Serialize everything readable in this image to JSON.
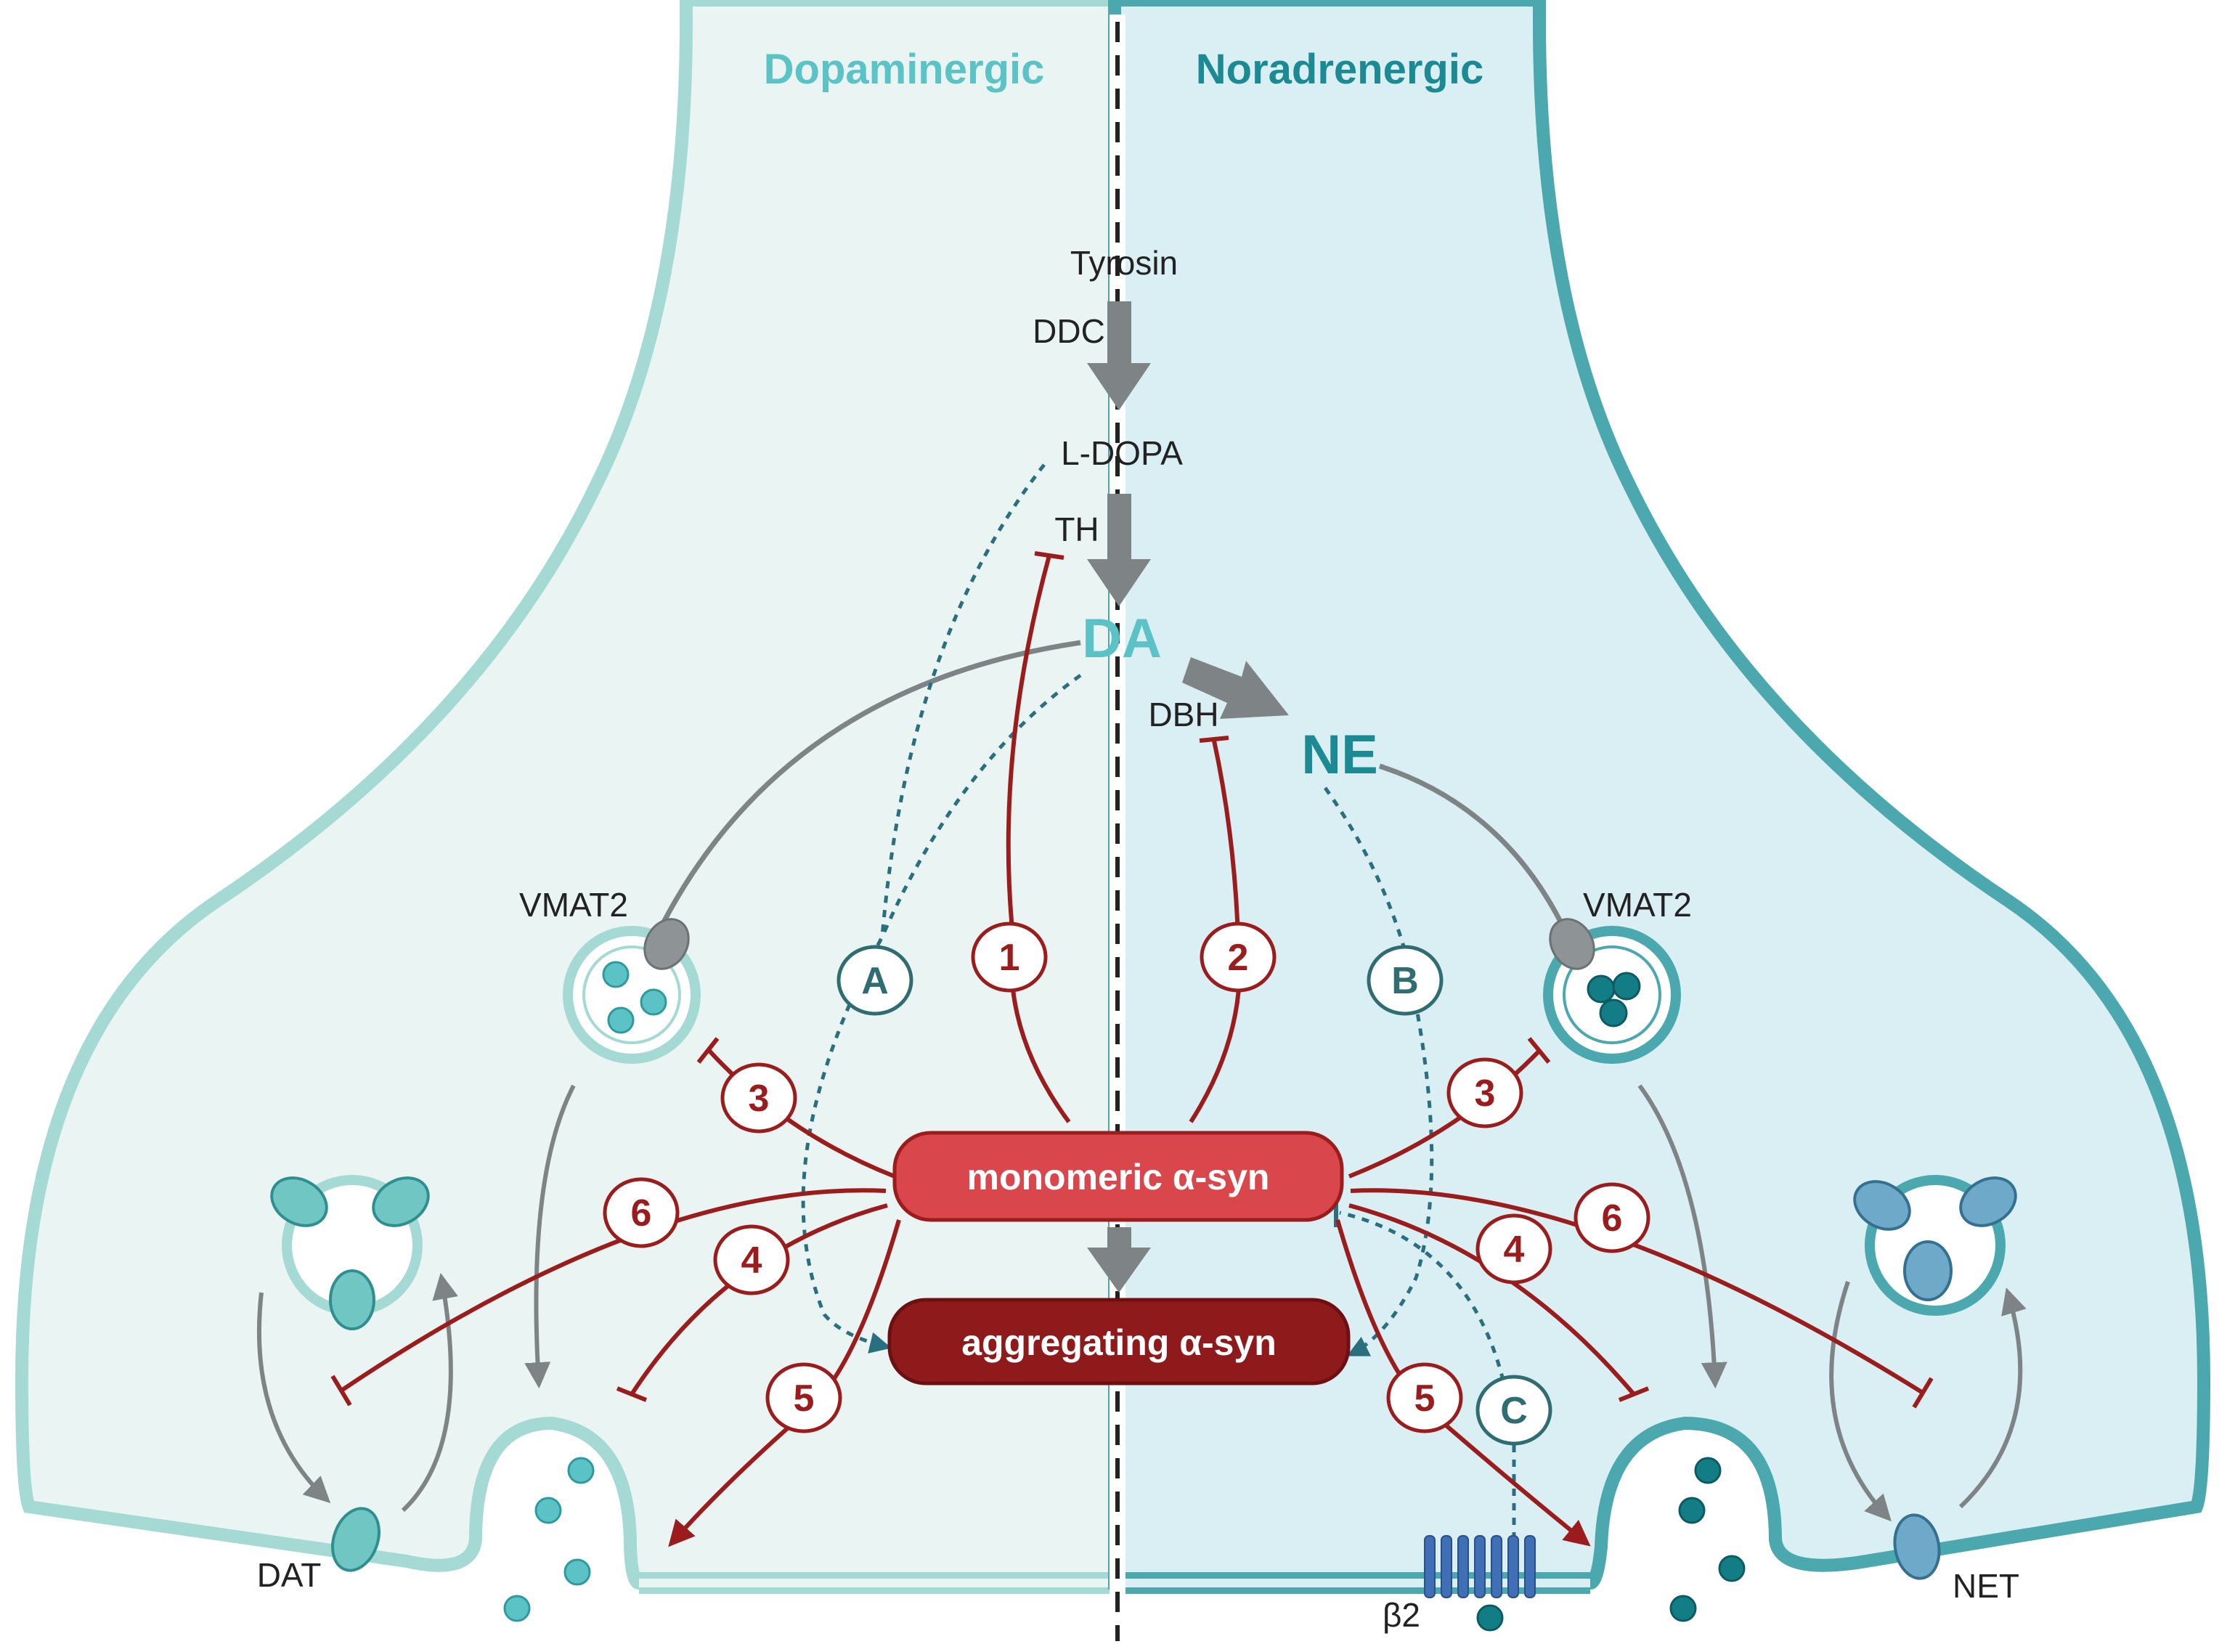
{
  "headers": {
    "left": "Dopaminergic",
    "right": "Noradrenergic"
  },
  "pathway": {
    "tyrosin": "Tyrosin",
    "ddc": "DDC",
    "ldopa": "L-DOPA",
    "th": "TH",
    "da": "DA",
    "dbh": "DBH",
    "ne": "NE"
  },
  "labels": {
    "vmat2_left": "VMAT2",
    "vmat2_right": "VMAT2",
    "dat": "DAT",
    "net": "NET",
    "beta2": "β2"
  },
  "boxes": {
    "monomeric": "monomeric α-syn",
    "aggregating": "aggregating α-syn"
  },
  "markers": {
    "one": "1",
    "two": "2",
    "three_left": "3",
    "three_right": "3",
    "four_left": "4",
    "four_right": "4",
    "five_left": "5",
    "five_right": "5",
    "six_left": "6",
    "six_right": "6",
    "a": "A",
    "b": "B",
    "c": "C"
  },
  "colors": {
    "da_teal": "#5bc2c6",
    "ne_teal": "#1b8a93",
    "inhibit_red": "#9b1c1c",
    "monomer_red": "#d9474d",
    "aggregate_red": "#8e1a1c",
    "arrow_gray": "#7e8386",
    "left_bg": "#eaf5f3",
    "right_bg": "#daeff3"
  }
}
